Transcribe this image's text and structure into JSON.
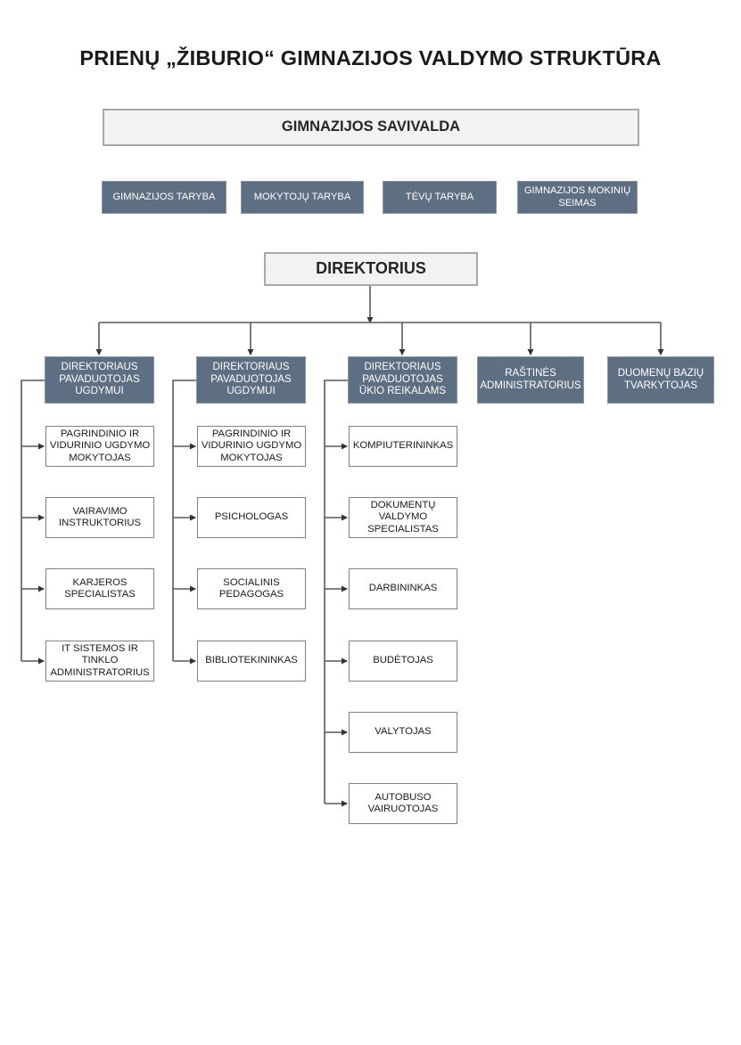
{
  "page": {
    "title": "PRIENŲ „ŽIBURIO“ GIMNAZIJOS VALDYMO STRUKTŪRA",
    "colors": {
      "dark_box_fill": "#5e6e83",
      "dark_box_border": "#8a96a6",
      "light_box_fill": "#f2f2f2",
      "light_box_border": "#a8a8a8",
      "plain_box_border": "#808080",
      "connector": "#595959",
      "text_dark": "#1a1a1a",
      "text_light": "#ffffff",
      "background": "#ffffff"
    }
  },
  "self_governance": {
    "header": "GIMNAZIJOS SAVIVALDA",
    "councils": [
      {
        "label": "GIMNAZIJOS TARYBA"
      },
      {
        "label": "MOKYTOJŲ TARYBA"
      },
      {
        "label": "TĖVŲ TARYBA"
      },
      {
        "label": "GIMNAZIJOS MOKINIŲ SEIMAS"
      }
    ]
  },
  "director": {
    "label": "DIREKTORIUS"
  },
  "departments": [
    {
      "head": "DIREKTORIAUS PAVADUOTOJAS UGDYMUI",
      "staff": [
        {
          "label": "PAGRINDINIO IR VIDURINIO UGDYMO MOKYTOJAS"
        },
        {
          "label": "VAIRAVIMO INSTRUKTORIUS"
        },
        {
          "label": "KARJEROS SPECIALISTAS"
        },
        {
          "label": "IT SISTEMOS IR TINKLO ADMINISTRATORIUS"
        }
      ]
    },
    {
      "head": "DIREKTORIAUS PAVADUOTOJAS UGDYMUI",
      "staff": [
        {
          "label": "PAGRINDINIO IR VIDURINIO UGDYMO MOKYTOJAS"
        },
        {
          "label": "PSICHOLOGAS"
        },
        {
          "label": "SOCIALINIS PEDAGOGAS"
        },
        {
          "label": "BIBLIOTEKININKAS"
        }
      ]
    },
    {
      "head": "DIREKTORIAUS PAVADUOTOJAS ŪKIO REIKALAMS",
      "staff": [
        {
          "label": "KOMPIUTERININKAS"
        },
        {
          "label": "DOKUMENTŲ VALDYMO SPECIALISTAS"
        },
        {
          "label": "DARBININKAS"
        },
        {
          "label": "BUDĖTOJAS"
        },
        {
          "label": "VALYTOJAS"
        },
        {
          "label": "AUTOBUSO VAIRUOTOJAS"
        }
      ]
    },
    {
      "head": "RAŠTINĖS ADMINISTRATORIUS",
      "staff": []
    },
    {
      "head": "DUOMENŲ BAZIŲ TVARKYTOJAS",
      "staff": []
    }
  ]
}
